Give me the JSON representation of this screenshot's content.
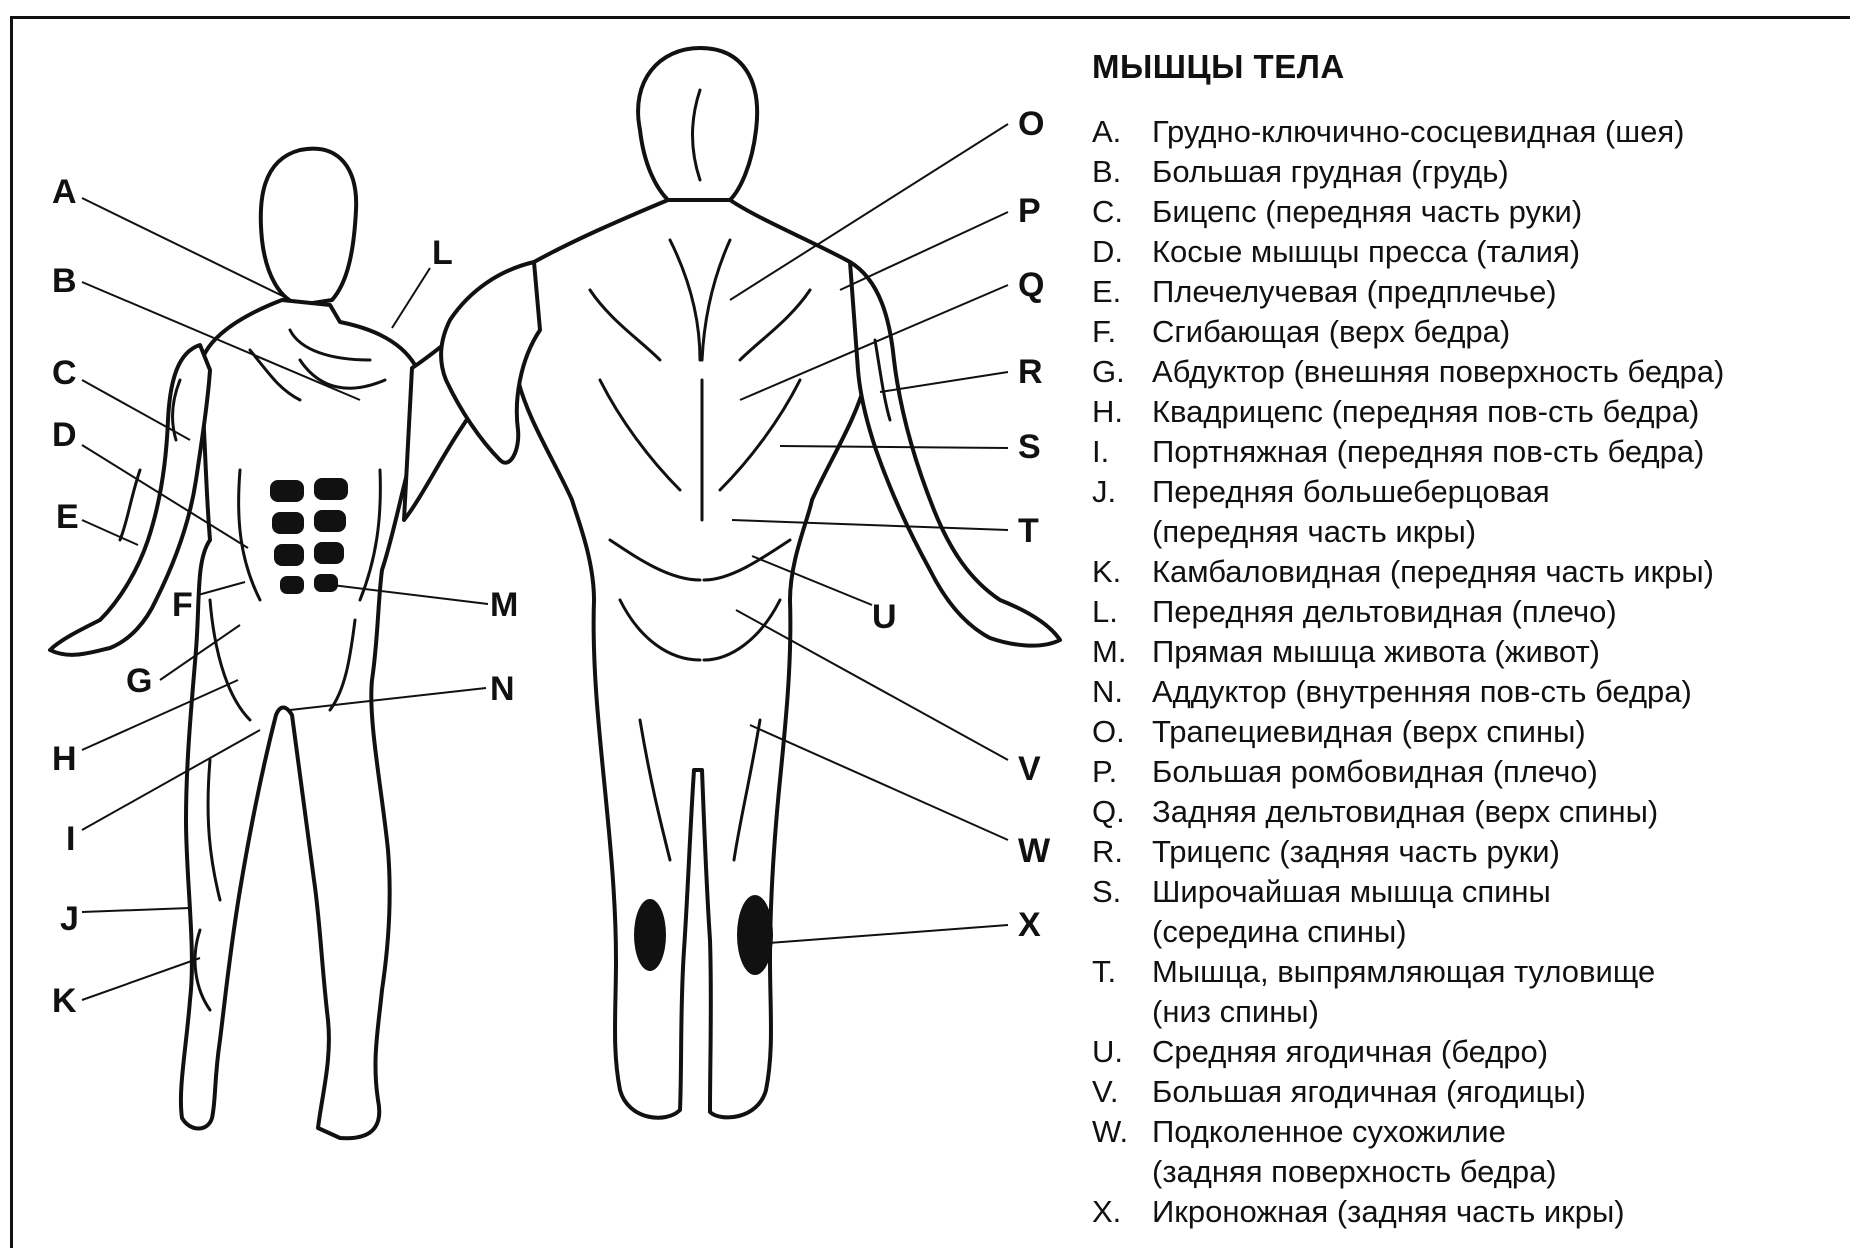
{
  "legend": {
    "title": "МЫШЦЫ ТЕЛА",
    "items": [
      {
        "letter": "A.",
        "text": "Грудно-ключично-сосцевидная (шея)"
      },
      {
        "letter": "B.",
        "text": "Большая грудная (грудь)"
      },
      {
        "letter": "C.",
        "text": "Бицепс (передняя часть руки)"
      },
      {
        "letter": "D.",
        "text": "Косые мышцы пресса (талия)"
      },
      {
        "letter": "E.",
        "text": "Плечелучевая (предплечье)"
      },
      {
        "letter": "F.",
        "text": "Сгибающая (верх бедра)"
      },
      {
        "letter": "G.",
        "text": "Абдуктор (внешняя поверхность бедра)"
      },
      {
        "letter": "H.",
        "text": "Квадрицепс (передняя пов-сть бедра)"
      },
      {
        "letter": "I.",
        "text": "Портняжная (передняя пов-сть бедра)"
      },
      {
        "letter": "J.",
        "text": "Передняя большеберцовая\n(передняя часть икры)"
      },
      {
        "letter": "K.",
        "text": "Камбаловидная (передняя часть икры)"
      },
      {
        "letter": "L.",
        "text": "Передняя дельтовидная (плечо)"
      },
      {
        "letter": "M.",
        "text": "Прямая мышца живота (живот)"
      },
      {
        "letter": "N.",
        "text": "Аддуктор (внутренняя пов-сть бедра)"
      },
      {
        "letter": "O.",
        "text": "Трапециевидная (верх спины)"
      },
      {
        "letter": "P.",
        "text": "Большая ромбовидная (плечо)"
      },
      {
        "letter": "Q.",
        "text": "Задняя дельтовидная (верх спины)"
      },
      {
        "letter": "R.",
        "text": "Трицепс (задняя часть руки)"
      },
      {
        "letter": "S.",
        "text": "Широчайшая мышца спины\n(середина спины)"
      },
      {
        "letter": "T.",
        "text": "Мышца, выпрямляющая туловище\n(низ спины)"
      },
      {
        "letter": "U.",
        "text": "Средняя ягодичная (бедро)"
      },
      {
        "letter": "V.",
        "text": "Большая ягодичная (ягодицы)"
      },
      {
        "letter": "W.",
        "text": "Подколенное сухожилие\n(задняя поверхность бедра)"
      },
      {
        "letter": "X.",
        "text": "Икроножная (задняя часть икры)"
      }
    ]
  },
  "callouts": {
    "A": "A",
    "B": "B",
    "C": "C",
    "D": "D",
    "E": "E",
    "F": "F",
    "G": "G",
    "H": "H",
    "I": "I",
    "J": "J",
    "K": "K",
    "L": "L",
    "M": "M",
    "N": "N",
    "O": "O",
    "P": "P",
    "Q": "Q",
    "R": "R",
    "S": "S",
    "T": "T",
    "U": "U",
    "V": "V",
    "W": "W",
    "X": "X"
  }
}
